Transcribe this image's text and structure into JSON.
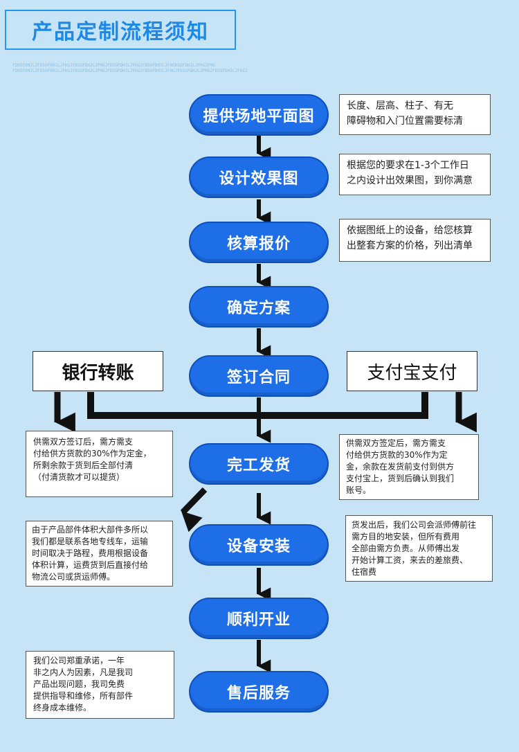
{
  "title": "产品定制流程须知",
  "noise": [
    "FDSGFDHJLJFDSGFDHJLJFHGJFDSGFDHJLJFHGJFDSGFDHJLJFHGJFDSGFDHJLJFHGDSGFDHJLJFHGJFHG",
    "FDSGFDHJLJFDSGFDHJLJFHGJFDSGFDHJLJFHGJFDSGFDHJLJFHGJFDSGFDHJLJFHGJFDSGFDHJLJFHGJFDSGFDHJLJFHGJ"
  ],
  "steps": [
    "提供场地平面图",
    "设计效果图",
    "核算报价",
    "确定方案",
    "签订合同",
    "完工发货",
    "设备安装",
    "顺利开业",
    "售后服务"
  ],
  "payments": {
    "bank": "银行转账",
    "alipay": "支付宝支付"
  },
  "notes": {
    "floor_plan": "长度、层高、柱子、有无\n障碍物和入门位置需要标清",
    "design": "根据您的要求在1-3个工作日\n之内设计出效果图，到你满意",
    "quote": "依据图纸上的设备，给您核算\n出整套方案的价格，列出清单",
    "bank_terms": "供需双方签订后，需方需支\n付给供方货款的30%作为定金，\n所剩余款于货到后全部付清\n（付清货款才可以提货）",
    "alipay_terms": "供需双方签定后，需方需支\n付给供方货款的30%作为定\n金，余款在发货前支付到供方\n支付宝上，货到后确认到我们\n账号。",
    "shipping": "由于产品部件体积大部件多所以\n我们都是联系各地专线车，运输\n时间取决于路程，费用根据设备\n体积计算，运费货到后直接付给\n物流公司或货运师傅。",
    "install": "货发出后，我们公司会派师傅前往\n需方目的地安装，但所有费用\n全部由需方负责。从师傅出发\n开始计算工资，来去的差旅费、\n住宿费",
    "after_sales": "我们公司郑重承诺，一年\n非之内人为因素，凡是我司\n产品出现问题，我司免费\n提供指导和维修，所有部件\n终身成本维修。"
  },
  "colors": {
    "background": "#c6e4f6",
    "pill": "#1e6ee8",
    "title": "#1e88e5",
    "arrow": "#111111"
  }
}
